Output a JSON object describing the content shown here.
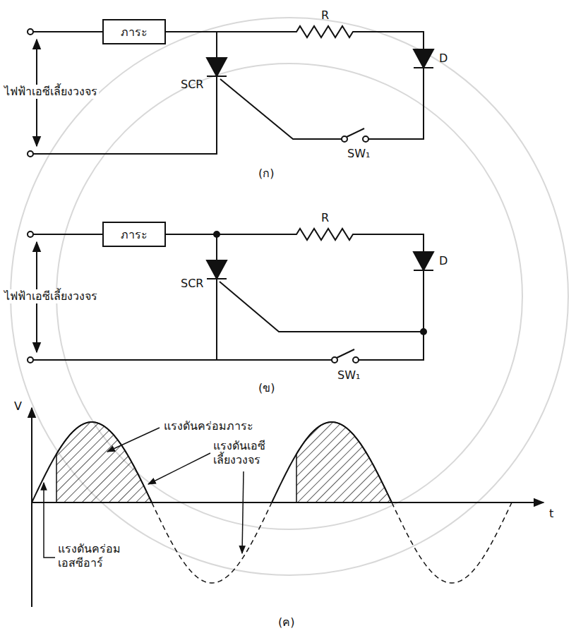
{
  "diagram": {
    "nodes": [
      {
        "text": [
          "ภาระ"
        ]
      },
      {
        "text": [
          "ภาระ"
        ]
      }
    ],
    "labels": [
      "ไฟฟ้าเอซีเลี้ยงวงจร",
      "R",
      "SCR",
      "D",
      "SW₁",
      "(ก)",
      "ไฟฟ้าเอซีเลี้ยงวงจร",
      "R",
      "SCR",
      "D",
      "SW₁",
      "(ข)",
      "V",
      "แรงดันคร่อมภาระ",
      "แรงดันเอซี เลี้ยงวงจร",
      "t",
      "แรงดันคร่อม เอสซีอาร์",
      "(ค)"
    ]
  }
}
